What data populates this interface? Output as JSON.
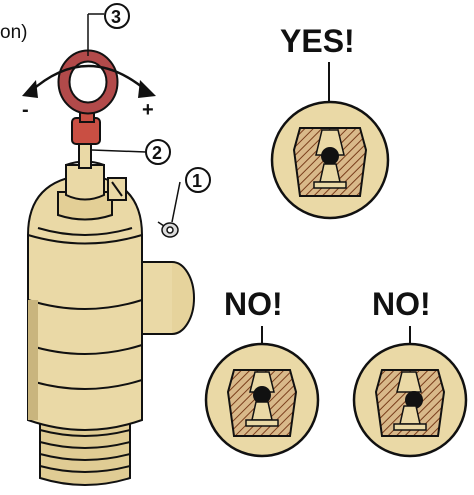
{
  "diagram": {
    "cropped_text": "on)",
    "minus_sign": "-",
    "plus_sign": "+",
    "callouts": [
      "1",
      "2",
      "3"
    ],
    "verdicts": {
      "correct": "YES!",
      "wrong_left": "NO!",
      "wrong_right": "NO!"
    },
    "colors": {
      "brass": "#ead9a6",
      "brass_shadow": "#c9b57e",
      "ring_red": "#b24a4a",
      "detail_hatch": "#8a4a22",
      "ink": "#111111"
    }
  }
}
